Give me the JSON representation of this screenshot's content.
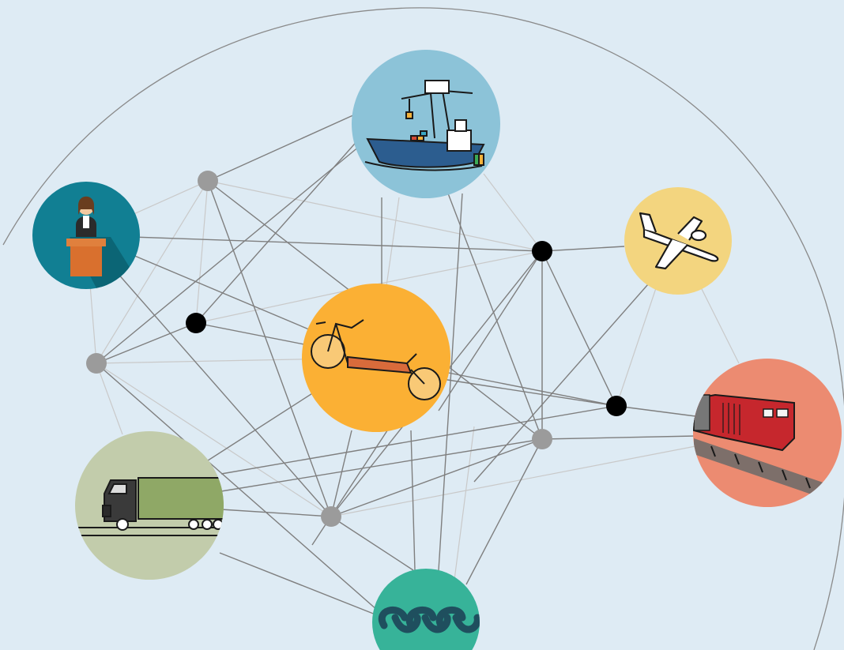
{
  "diagram": {
    "background_color": "#deebf4",
    "line_color": "#808080",
    "faint_line_color": "#c8c8c8",
    "node_colors": {
      "gray": "#9b9b9b",
      "black": "#000000"
    },
    "hubs": [
      {
        "name": "ship-hub",
        "icon": "container-ship-icon",
        "color": "#8cc3d8"
      },
      {
        "name": "speaker-hub",
        "icon": "speaker-podium-icon",
        "color": "#117f93"
      },
      {
        "name": "plane-hub",
        "icon": "airplane-icon",
        "color": "#f3d57f"
      },
      {
        "name": "cargo-bike-hub",
        "icon": "cargo-bike-icon",
        "color": "#fbb034"
      },
      {
        "name": "train-hub",
        "icon": "locomotive-icon",
        "color": "#ec8b71"
      },
      {
        "name": "truck-hub",
        "icon": "truck-icon",
        "color": "#c2ccab"
      },
      {
        "name": "chain-hub",
        "icon": "chain-link-icon",
        "color": "#37b399"
      }
    ]
  }
}
